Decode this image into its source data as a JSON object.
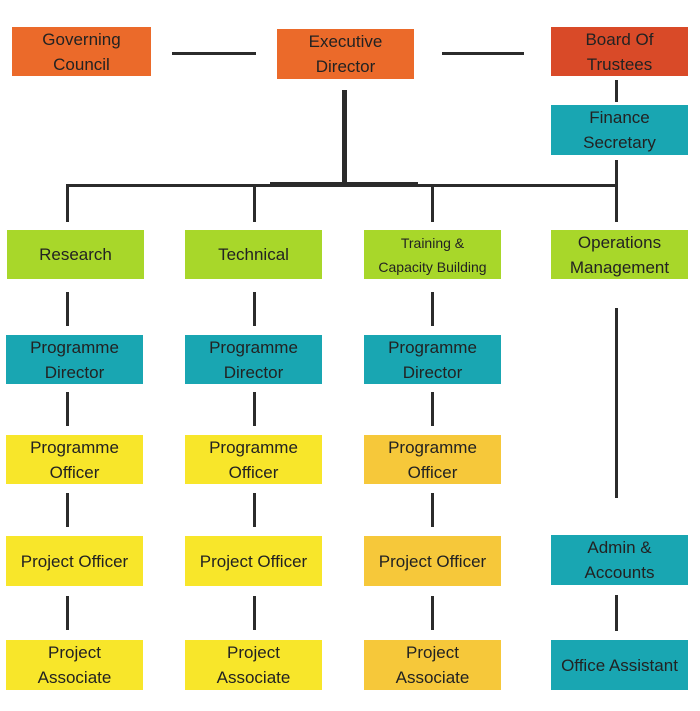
{
  "colors": {
    "orange": "#EB6A2A",
    "red_orange": "#D94A28",
    "teal": "#19A6B2",
    "lime": "#A8D72A",
    "yellow": "#F8E62A",
    "yellow_orange": "#F6C83A",
    "line": "#2B2B2B"
  },
  "top": {
    "governing_council": "Governing\nCouncil",
    "executive_director": "Executive\nDirector",
    "board_of_trustees": "Board Of\nTrustees",
    "finance_secretary": "Finance\nSecretary"
  },
  "departments": {
    "research": "Research",
    "technical": "Technical",
    "training": "Training &\nCapacity Building",
    "operations": "Operations\nManagement"
  },
  "research_chain": {
    "programme_director": "Programme\nDirector",
    "programme_officer": "Programme\nOfficer",
    "project_officer": "Project Officer",
    "project_associate": "Project\nAssociate"
  },
  "technical_chain": {
    "programme_director": "Programme\nDirector",
    "programme_officer": "Programme\nOfficer",
    "project_officer": "Project Officer",
    "project_associate": "Project\nAssociate"
  },
  "training_chain": {
    "programme_director": "Programme\nDirector",
    "programme_officer": "Programme\nOfficer",
    "project_officer": "Project Officer",
    "project_associate": "Project\nAssociate"
  },
  "operations_chain": {
    "admin_accounts": "Admin &\nAccounts",
    "office_assistant": "Office Assistant"
  }
}
